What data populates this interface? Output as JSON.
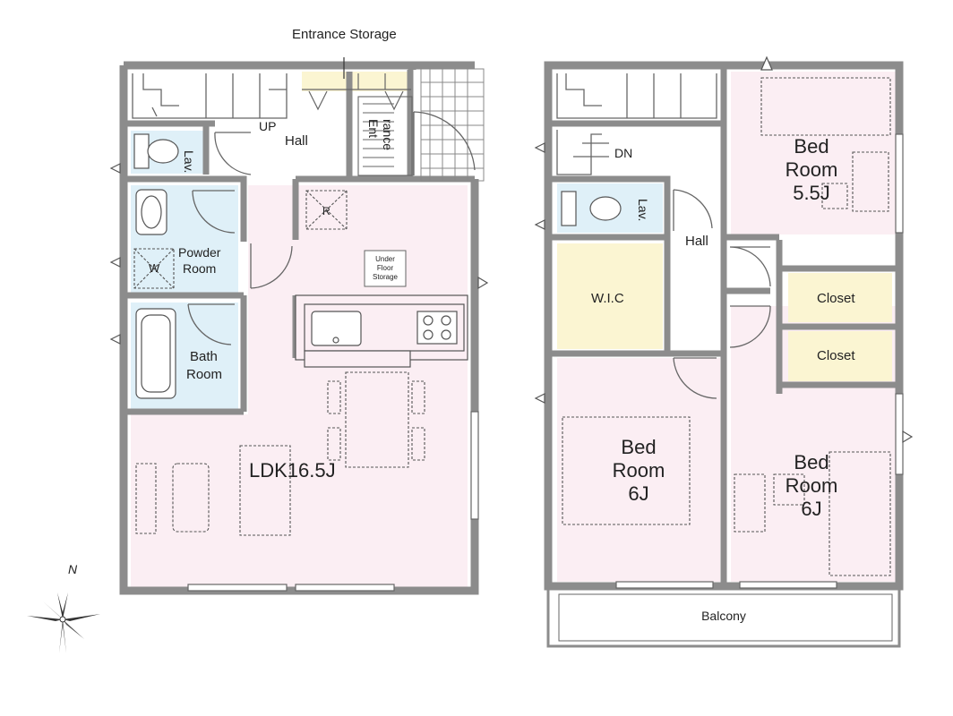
{
  "colors": {
    "wall": "#8c8c8c",
    "living_pink": "#fbeef3",
    "wet_blue": "#dff0f8",
    "storage_yellow": "#fbf5d2",
    "line": "#555555"
  },
  "compass": {
    "north_label": "N"
  },
  "ground_floor": {
    "entrance_storage_label": "Entrance Storage",
    "up_label": "UP",
    "hall_label": "Hall",
    "entrance_label_1": "Ent",
    "entrance_label_2": "rance",
    "lav_label": "Lav.",
    "powder_room_label_1": "Powder",
    "powder_room_label_2": "Room",
    "washer_label": "W",
    "bath_room_label_1": "Bath",
    "bath_room_label_2": "Room",
    "fridge_label": "R",
    "under_floor_storage_1": "Under",
    "under_floor_storage_2": "Floor",
    "under_floor_storage_3": "Storage",
    "ldk_label": "LDK16.5J"
  },
  "upper_floor": {
    "dn_label": "DN",
    "lav_label": "Lav.",
    "hall_label": "Hall",
    "wic_label": "W.I.C",
    "closet_1_label": "Closet",
    "closet_2_label": "Closet",
    "bedroom_a_1": "Bed",
    "bedroom_a_2": "Room",
    "bedroom_a_3": "5.5J",
    "bedroom_b_1": "Bed",
    "bedroom_b_2": "Room",
    "bedroom_b_3": "6J",
    "bedroom_c_1": "Bed",
    "bedroom_c_2": "Room",
    "bedroom_c_3": "6J",
    "balcony_label": "Balcony"
  }
}
